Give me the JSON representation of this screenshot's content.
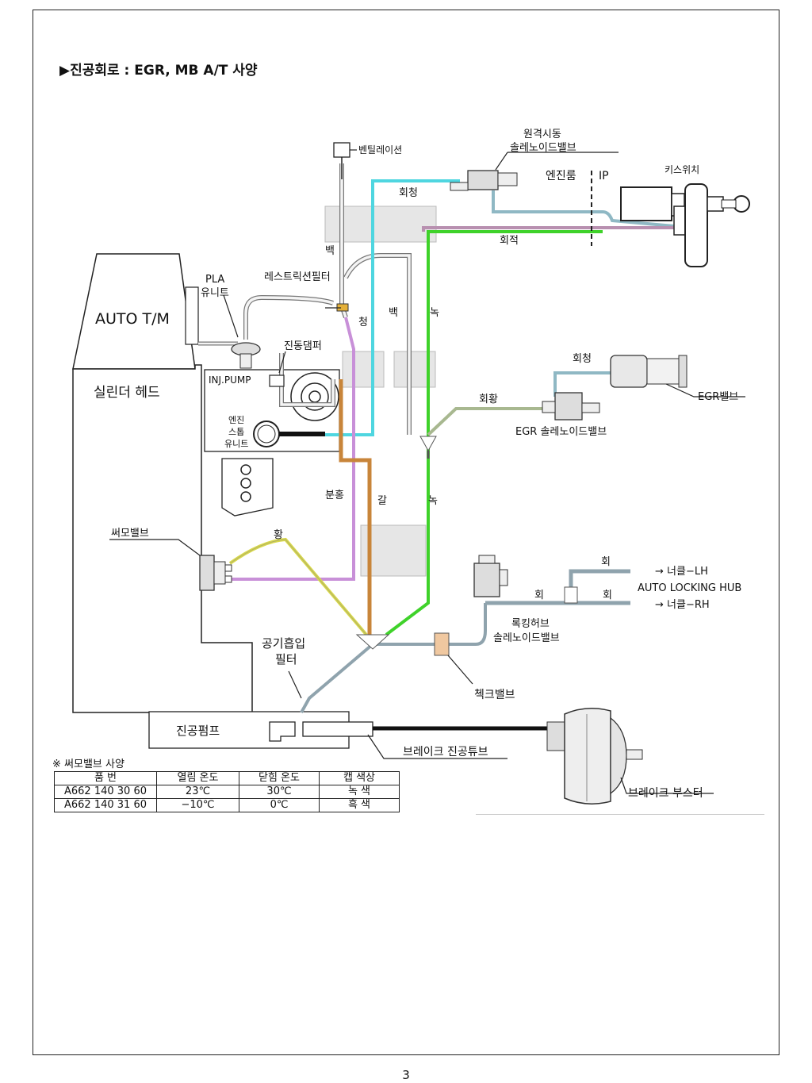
{
  "page_title": "▶진공회로 : EGR, MB A/T 사양",
  "components": {
    "auto_tm": "AUTO T/M",
    "cylinder_head": "실린더 헤드",
    "pla_unit_l1": "PLA",
    "pla_unit_l2": "유니트",
    "restriction_filter": "레스트릭션필터",
    "ventilation": "벤틸레이션",
    "remote_start_valve_l1": "원격시동",
    "remote_start_valve_l2": "솔레노이드밸브",
    "engine_room": "엔진룸",
    "ip": "IP",
    "key_switch": "키스위치",
    "vibration_damper": "진동댐퍼",
    "inj_pump": "INJ.PUMP",
    "engine_stop_l1": "엔진",
    "engine_stop_l2": "스톱",
    "engine_stop_l3": "유니트",
    "egr_valve": "EGR밸브",
    "egr_solenoid": "EGR 솔레노이드밸브",
    "thermo_valve": "써모밸브",
    "air_filter_l1": "공기흡입",
    "air_filter_l2": "필터",
    "vacuum_pump": "진공펌프",
    "brake_tube": "브레이크 진공튜브",
    "brake_booster": "브레이크 부스터",
    "check_valve": "첵크밸브",
    "locking_hub_l1": "록킹허브",
    "locking_hub_l2": "솔레노이드밸브",
    "knuckle_lh": "→ 너클−LH",
    "knuckle_rh": "→ 너클−RH",
    "auto_locking_hub": "AUTO LOCKING HUB"
  },
  "hose_colors": {
    "gray_blue_top": "회청",
    "gray_red": "회적",
    "white_1": "백",
    "blue": "청",
    "white_2": "백",
    "green_1": "녹",
    "gray_blue_egr": "회청",
    "gray_yellow": "회황",
    "pink": "분홍",
    "brown": "갈",
    "green_2": "녹",
    "yellow": "황",
    "gray_1": "회",
    "gray_2": "회",
    "gray_3": "회"
  },
  "line_colors": {
    "green": "#3fd22a",
    "cyan": "#4fd6e0",
    "pink": "#c890d8",
    "brown": "#c8853a",
    "yellow": "#d8d84a",
    "gray_blue": "#8fb8c4",
    "gray_red": "#b890b0",
    "gray": "#8fa3ad",
    "white": "#f4f4f4"
  },
  "thermo_spec": {
    "note": "※ 써모밸브 사양",
    "headers": [
      "품  번",
      "열림 온도",
      "닫힘 온도",
      "캡 색상"
    ],
    "rows": [
      [
        "A662 140 30 60",
        "23℃",
        "30℃",
        "녹 색"
      ],
      [
        "A662 140 31 60",
        "−10℃",
        "0℃",
        "흑 색"
      ]
    ]
  },
  "page_number": "3"
}
